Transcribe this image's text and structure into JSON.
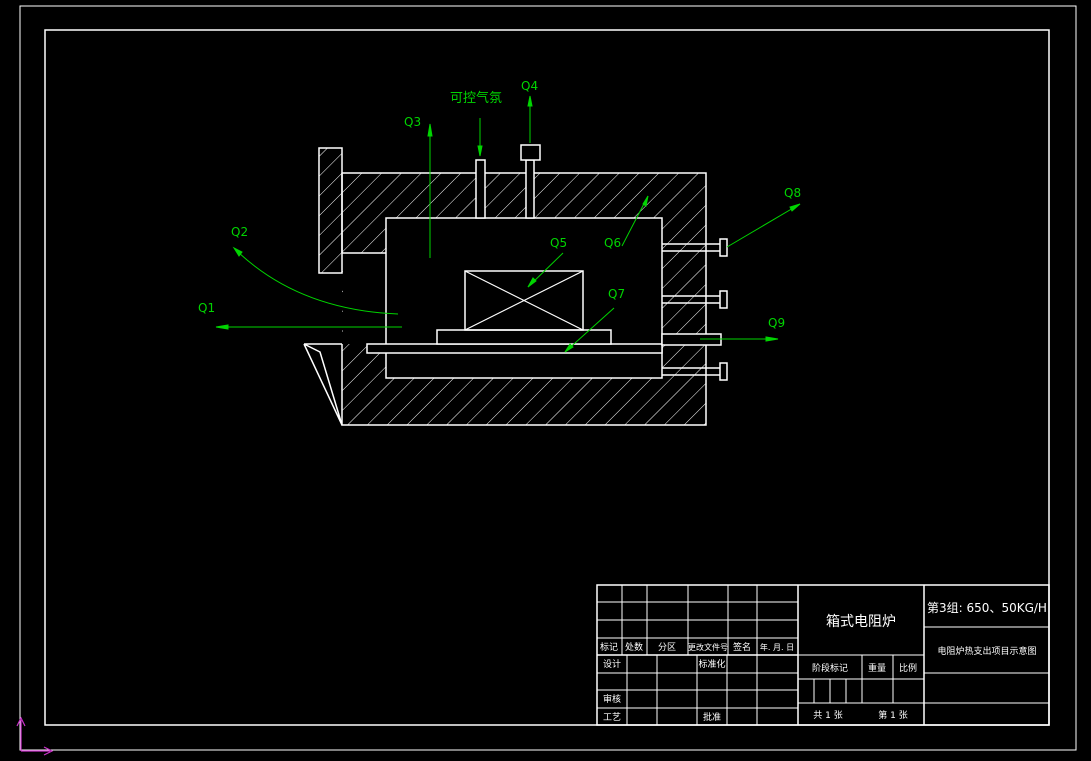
{
  "colors": {
    "background": "#000000",
    "line": "#ffffff",
    "flow": "#00d400",
    "axis": "#cc33cc"
  },
  "flows": {
    "atmosphere": "可控气氛",
    "q1": "Q1",
    "q2": "Q2",
    "q3": "Q3",
    "q4": "Q4",
    "q5": "Q5",
    "q6": "Q6",
    "q7": "Q7",
    "q8": "Q8",
    "q9": "Q9"
  },
  "title_block": {
    "drawing_title": "箱式电阻炉",
    "group_info": "第3组: 650、50KG/H",
    "drawing_subtitle": "电阻炉热支出项目示意图",
    "headers": {
      "mark": "标记",
      "count": "处数",
      "zone": "分区",
      "change_doc": "更改文件号",
      "signature": "签名",
      "date": "年. 月. 日"
    },
    "roles": {
      "design": "设计",
      "standardize": "标准化",
      "review": "审核",
      "process": "工艺",
      "approve": "批准"
    },
    "stage_mark": "阶段标记",
    "weight": "重量",
    "scale": "比例",
    "sheet_total": "共 1 张",
    "sheet_number": "第 1 张"
  }
}
